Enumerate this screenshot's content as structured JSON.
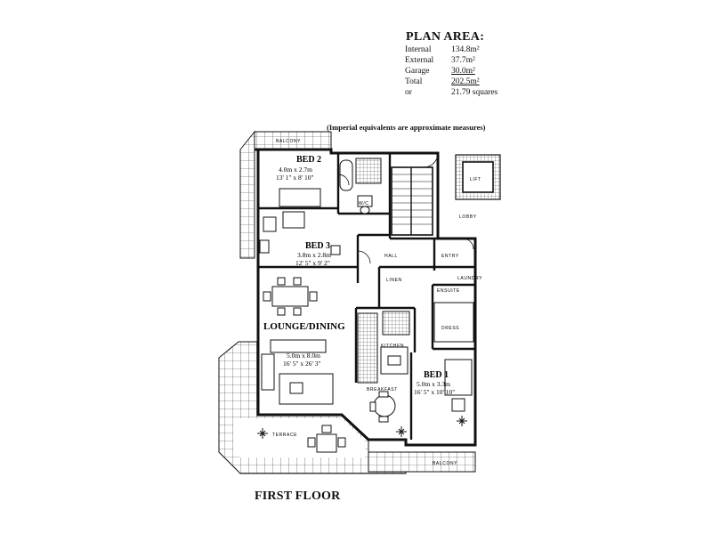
{
  "plan_area": {
    "title": "PLAN AREA:",
    "rows": [
      {
        "label": "Internal",
        "value": "134.8m²"
      },
      {
        "label": "External",
        "value": "37.7m²"
      },
      {
        "label": "Garage",
        "value": "30.0m²"
      },
      {
        "label": "Total",
        "value": "202.5m²"
      },
      {
        "label": "or",
        "value": "21.79 squares"
      }
    ]
  },
  "note": "(Imperial equivalents are approximate measures)",
  "floor_label": "FIRST FLOOR",
  "rooms": {
    "bed2": {
      "name": "BED 2",
      "metric": "4.0m x 2.7m",
      "imperial": "13' 1\" x 8' 10\""
    },
    "bed3": {
      "name": "BED 3",
      "metric": "3.8m x 2.8m",
      "imperial": "12' 5\" x 9' 2\""
    },
    "lounge": {
      "name": "LOUNGE/DINING",
      "metric": "5.0m x 8.0m",
      "imperial": "16' 5\" x 26' 3\""
    },
    "bed1": {
      "name": "BED 1",
      "metric": "5.0m x 3.3m",
      "imperial": "16' 5\" x 10' 10\""
    }
  },
  "labels": {
    "balcony_top": "BALCONY",
    "balcony_bottom": "BALCONY",
    "terrace": "TERRACE",
    "lift": "LIFT",
    "lobby": "LOBBY",
    "hall": "HALL",
    "entry": "ENTRY",
    "kitchen": "KITCHEN",
    "breakfast": "BREAKFAST",
    "dress": "DRESS",
    "laundry": "LAUNDRY",
    "ensuite": "ENSUITE",
    "wc": "W/C",
    "linen": "LINEN"
  }
}
